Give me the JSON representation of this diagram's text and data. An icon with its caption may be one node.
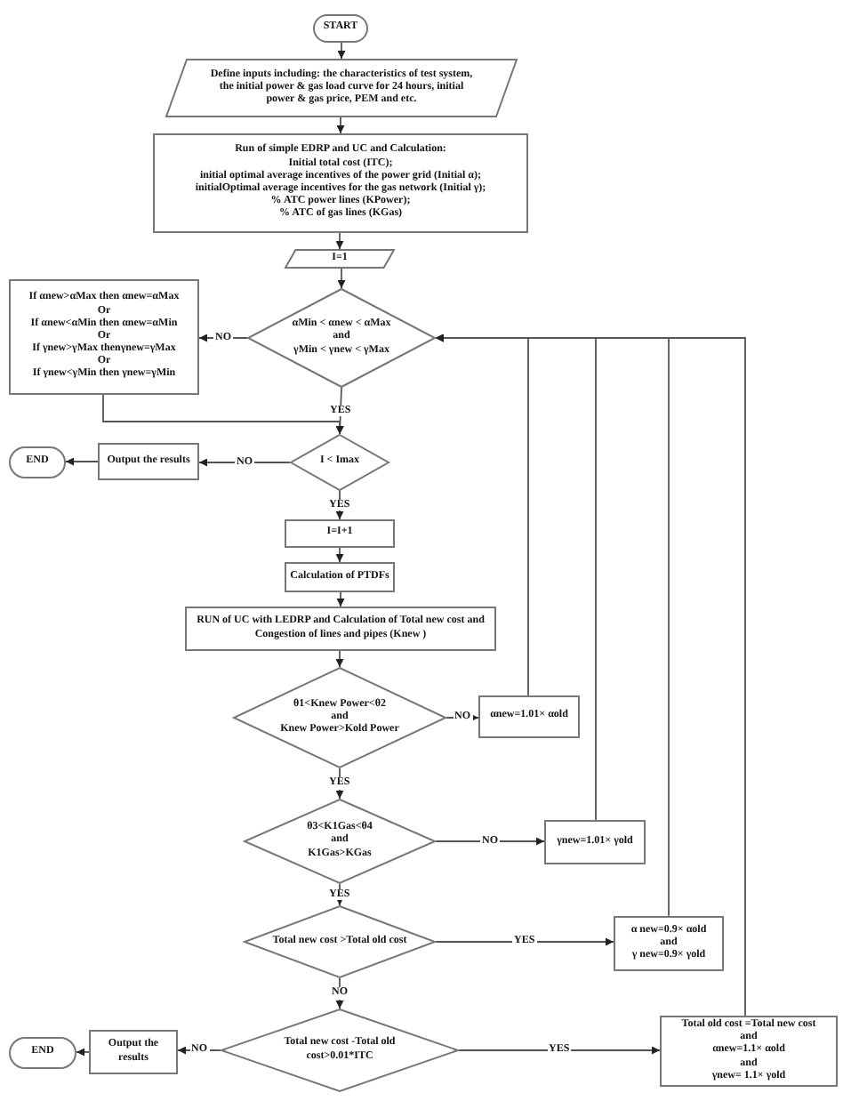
{
  "diagram": {
    "nodes": [
      {
        "text": [
          "START"
        ]
      },
      {
        "text": [
          "Define inputs including: the characteristics of test system, the initial power & gas load curve for 24 hours, initial power & gas price, PEM and etc."
        ]
      },
      {
        "text": [
          "Run of simple EDRP and UC and Calculation:",
          "Initial total cost (ITC);",
          "initial optimal average incentives of the power grid (Initial α);",
          "initialOptimal average incentives for the gas network (Initial γ);",
          "% ATC power lines (KPower);",
          "% ATC of gas lines (KGas)"
        ]
      },
      {
        "text": [
          "I=1"
        ]
      },
      {
        "text": [
          "If αnew>αMax  then αnew=αMax",
          "Or",
          "If αnew<αMin  then αnew=αMin",
          "Or",
          "If γnew>γMax  thenγnew=γMax",
          "Or",
          "If γnew<γMin  then γnew=γMin"
        ]
      },
      {
        "text": [
          "αMin < αnew < αMax",
          "and",
          "γMin < γnew < γMax"
        ]
      },
      {
        "text": [
          "I < Imax"
        ]
      },
      {
        "text": [
          "Output the results"
        ]
      },
      {
        "text": [
          "END"
        ]
      },
      {
        "text": [
          "I=I+1"
        ]
      },
      {
        "text": [
          "Calculation of PTDFs"
        ]
      },
      {
        "text": [
          "RUN of UC with LEDRP and Calculation of Total new cost and Congestion of lines and pipes (Knew )"
        ]
      },
      {
        "text": [
          "θ1<Knew Power<θ2",
          "and",
          "Knew Power>Kold Power"
        ]
      },
      {
        "text": [
          "αnew=1.01× αold"
        ]
      },
      {
        "text": [
          "θ3<K1Gas<θ4",
          "and",
          "K1Gas>KGas"
        ]
      },
      {
        "text": [
          "γnew=1.01× γold"
        ]
      },
      {
        "text": [
          "Total new cost >Total old cost"
        ]
      },
      {
        "text": [
          "α new=0.9× αold",
          "and",
          "γ new=0.9× γold"
        ]
      },
      {
        "text": [
          "Total new cost -Total old cost>0.01*ITC"
        ]
      },
      {
        "text": [
          "Total old cost =Total new cost",
          "and",
          "αnew=1.1× αold",
          "and",
          "γnew= 1.1× γold"
        ]
      },
      {
        "text": [
          "Output the results"
        ]
      },
      {
        "text": [
          "END"
        ]
      }
    ],
    "edges": [
      {
        "from": 0,
        "to": 1,
        "arrow": "to"
      },
      {
        "from": 1,
        "to": 2,
        "arrow": "to"
      },
      {
        "from": 2,
        "to": 3,
        "arrow": "to"
      },
      {
        "from": 3,
        "to": 5,
        "arrow": "to"
      },
      {
        "from": 5,
        "to": 4,
        "arrow": "to",
        "label": "NO"
      },
      {
        "from": 4,
        "to": 6,
        "arrow": "to"
      },
      {
        "from": 5,
        "to": 6,
        "arrow": "to",
        "label": "YES"
      },
      {
        "from": 6,
        "to": 7,
        "arrow": "to",
        "label": "NO"
      },
      {
        "from": 7,
        "to": 8,
        "arrow": "to"
      },
      {
        "from": 6,
        "to": 9,
        "arrow": "to",
        "label": "YES"
      },
      {
        "from": 9,
        "to": 10,
        "arrow": "to"
      },
      {
        "from": 10,
        "to": 11,
        "arrow": "to"
      },
      {
        "from": 11,
        "to": 12,
        "arrow": "to"
      },
      {
        "from": 12,
        "to": 13,
        "arrow": "to",
        "label": "NO"
      },
      {
        "from": 12,
        "to": 14,
        "arrow": "to",
        "label": "YES"
      },
      {
        "from": 14,
        "to": 15,
        "arrow": "to",
        "label": "NO"
      },
      {
        "from": 14,
        "to": 16,
        "arrow": "to",
        "label": "YES"
      },
      {
        "from": 16,
        "to": 17,
        "arrow": "to",
        "label": "YES"
      },
      {
        "from": 16,
        "to": 18,
        "arrow": "to",
        "label": "NO"
      },
      {
        "from": 18,
        "to": 20,
        "arrow": "to",
        "label": "NO"
      },
      {
        "from": 20,
        "to": 21,
        "arrow": "to"
      },
      {
        "from": 18,
        "to": 19,
        "arrow": "to",
        "label": "YES"
      },
      {
        "from": 13,
        "to": 5,
        "arrow": "to"
      },
      {
        "from": 15,
        "to": 5,
        "arrow": "to"
      },
      {
        "from": 17,
        "to": 5,
        "arrow": "to"
      },
      {
        "from": 19,
        "to": 5,
        "arrow": "to"
      }
    ]
  }
}
